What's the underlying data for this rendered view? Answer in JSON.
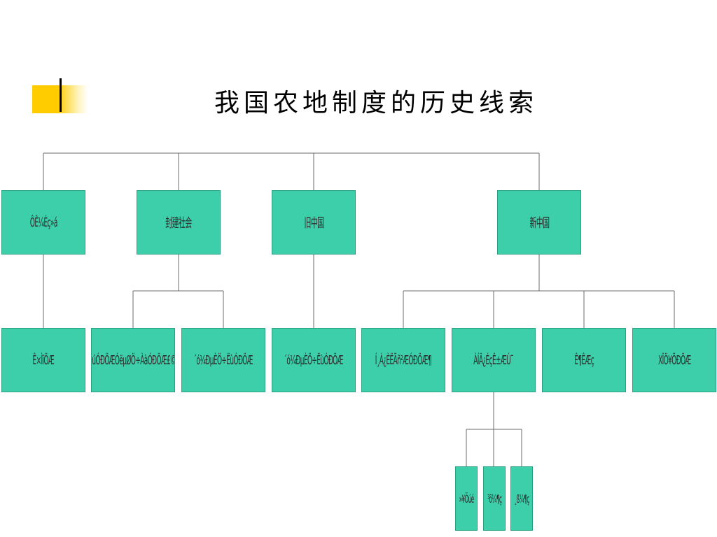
{
  "slide": {
    "title": "我国农地制度的历史线索"
  },
  "colors": {
    "node_fill": "#3ccfaa",
    "accent": "#ffcc00",
    "line": "#6b6b6b"
  },
  "tree": {
    "level1": [
      {
        "id": "n1",
        "label": "Ô­Ê¼Éç»á"
      },
      {
        "id": "n2",
        "label": "封建社会"
      },
      {
        "id": "n3",
        "label": "旧中国"
      },
      {
        "id": "n4",
        "label": "新中国"
      }
    ],
    "level2": [
      {
        "id": "m1",
        "label": "Ê×ÌïÖÆ"
      },
      {
        "id": "m2",
        "label": "¹úÓÐÖÆÓëµØÖ÷ÀàÓÐÖÆ£©"
      },
      {
        "id": "m3",
        "label": "´ó¼ÐµÈÖ÷ËùÓÐÖÆ"
      },
      {
        "id": "m4",
        "label": "´ó¼ÐµÈÖ÷ËùÓÐÖÆ"
      },
      {
        "id": "m5",
        "label": "Í¸Á¿ÈËÃñ²ÆÓÐÖÆ¶"
      },
      {
        "id": "m6",
        "label": "ÀÍÄ¿ÉçÊ±ÆÚ¯"
      },
      {
        "id": "m7",
        "label": "Ê¶ÊÆç"
      },
      {
        "id": "m8",
        "label": "XÎÖ¥ÕÐÖÆ"
      }
    ],
    "level3": [
      {
        "id": "k1",
        "label": "»¥Öúé"
      },
      {
        "id": "k2",
        "label": "³õ¼¶ç"
      },
      {
        "id": "k3",
        "label": "¸ß¼¶ç"
      }
    ]
  }
}
